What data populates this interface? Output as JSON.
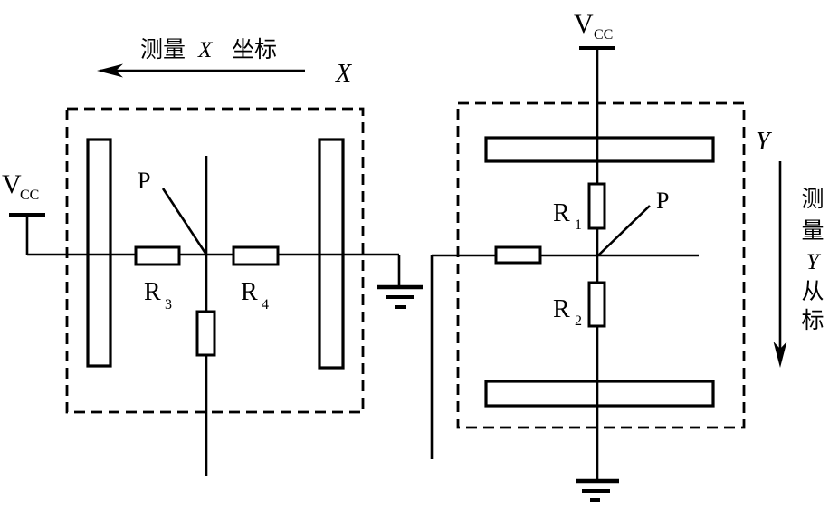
{
  "colors": {
    "background": "#ffffff",
    "line": "#000000"
  },
  "left_circuit": {
    "title": {
      "prefix": "测量",
      "axis": "X",
      "suffix": "坐标"
    },
    "axis_label": "X",
    "vcc": {
      "base": "V",
      "sub": "CC"
    },
    "point_label": "P",
    "r3": {
      "base": "R",
      "sub": "3"
    },
    "r4": {
      "base": "R",
      "sub": "4"
    }
  },
  "right_circuit": {
    "vcc": {
      "base": "V",
      "sub": "CC"
    },
    "axis_label": "Y",
    "point_label": "P",
    "r1": {
      "base": "R",
      "sub": "1"
    },
    "r2": {
      "base": "R",
      "sub": "2"
    },
    "title_vertical": {
      "chars": [
        "测",
        "量",
        "Y",
        "从",
        "标"
      ]
    }
  }
}
